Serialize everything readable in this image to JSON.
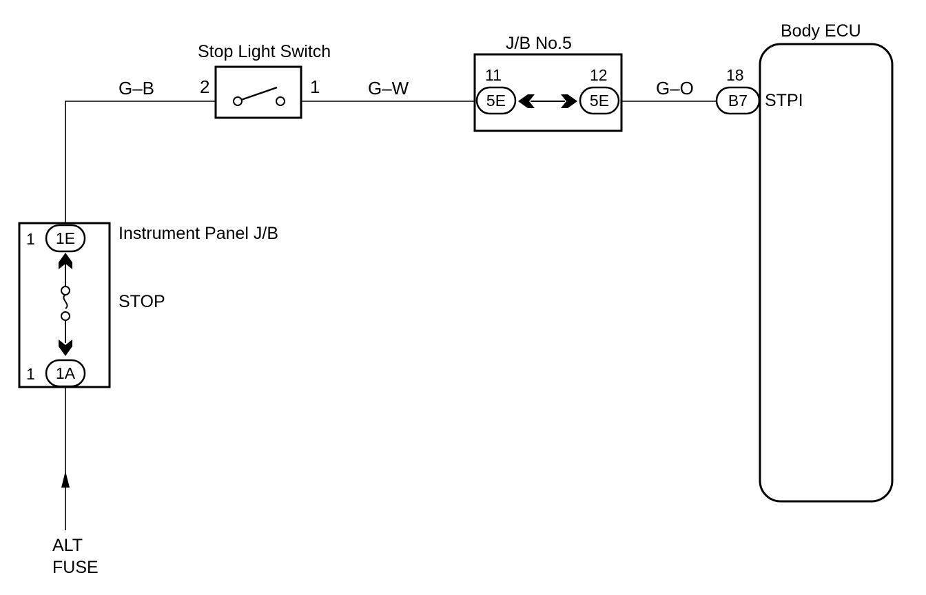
{
  "components": {
    "stop_light_switch": {
      "label": "Stop Light Switch",
      "pin_left": "2",
      "pin_right": "1"
    },
    "jb_no5": {
      "label": "J/B No.5",
      "left_pin": "11",
      "left_connector": "5E",
      "right_pin": "12",
      "right_connector": "5E"
    },
    "body_ecu": {
      "label": "Body ECU",
      "pin": "18",
      "connector": "B7",
      "terminal": "STPI"
    },
    "instrument_panel_jb": {
      "label": "Instrument Panel J/B",
      "fuse_label": "STOP",
      "top_pin": "1",
      "top_connector": "1E",
      "bottom_pin": "1",
      "bottom_connector": "1A"
    },
    "source": {
      "line1": "ALT",
      "line2": "FUSE"
    }
  },
  "wires": {
    "jb_to_switch": "G–B",
    "switch_to_jb5": "G–W",
    "jb5_to_ecu": "G–O"
  }
}
